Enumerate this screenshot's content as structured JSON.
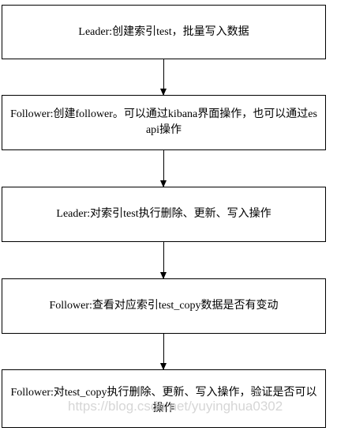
{
  "flowchart": {
    "steps": [
      {
        "text": "Leader:创建索引test，批量写入数据"
      },
      {
        "text": "Follower:创建follower。可以通过kibana界面操作，也可以通过es api操作"
      },
      {
        "text": "Leader:对索引test执行删除、更新、写入操作"
      },
      {
        "text": "Follower:查看对应索引test_copy数据是否有变动"
      },
      {
        "text": "Follower:对test_copy执行删除、更新、写入操作，验证是否可以操作"
      }
    ]
  },
  "watermark": "https://blog.csdn.net/yuyinghua0302"
}
